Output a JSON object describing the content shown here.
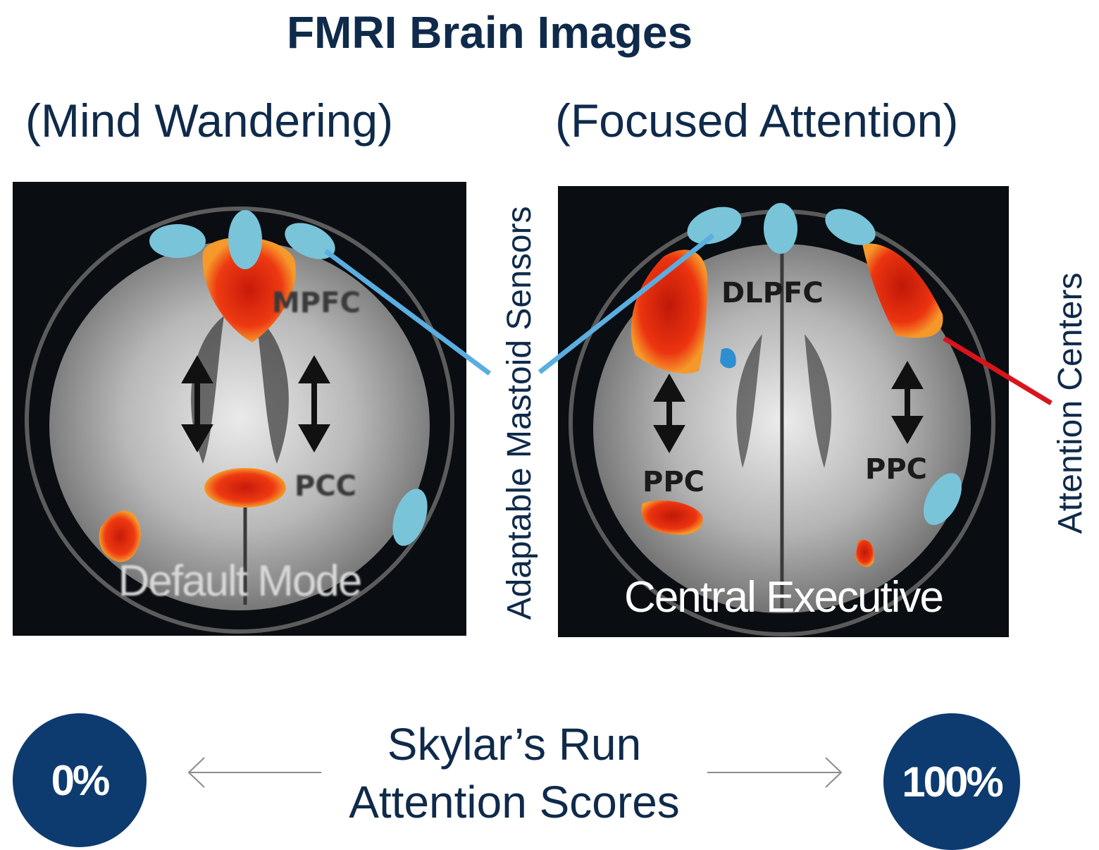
{
  "title": "FMRI Brain Images",
  "left_panel": {
    "subtitle": "(Mind Wandering)",
    "caption": "Default Mode",
    "regions": [
      "MPFC",
      "PCC"
    ]
  },
  "right_panel": {
    "subtitle": "(Focused Attention)",
    "caption": "Central Executive",
    "regions": [
      "DLPFC",
      "PPC",
      "PPC"
    ]
  },
  "callouts": {
    "sensors": "Adaptable Mastoid Sensors",
    "attention": "Attention Centers"
  },
  "scale": {
    "min": "0%",
    "max": "100%",
    "label_line1": "Skylar’s Run",
    "label_line2": "Attention Scores"
  },
  "colors": {
    "text": "#0f2a4a",
    "circle": "#0d3b70",
    "sensor": "#79c4d9",
    "sensor_line": "#5aaee0",
    "attention_line": "#d9141b",
    "activation": "#e8280a"
  }
}
